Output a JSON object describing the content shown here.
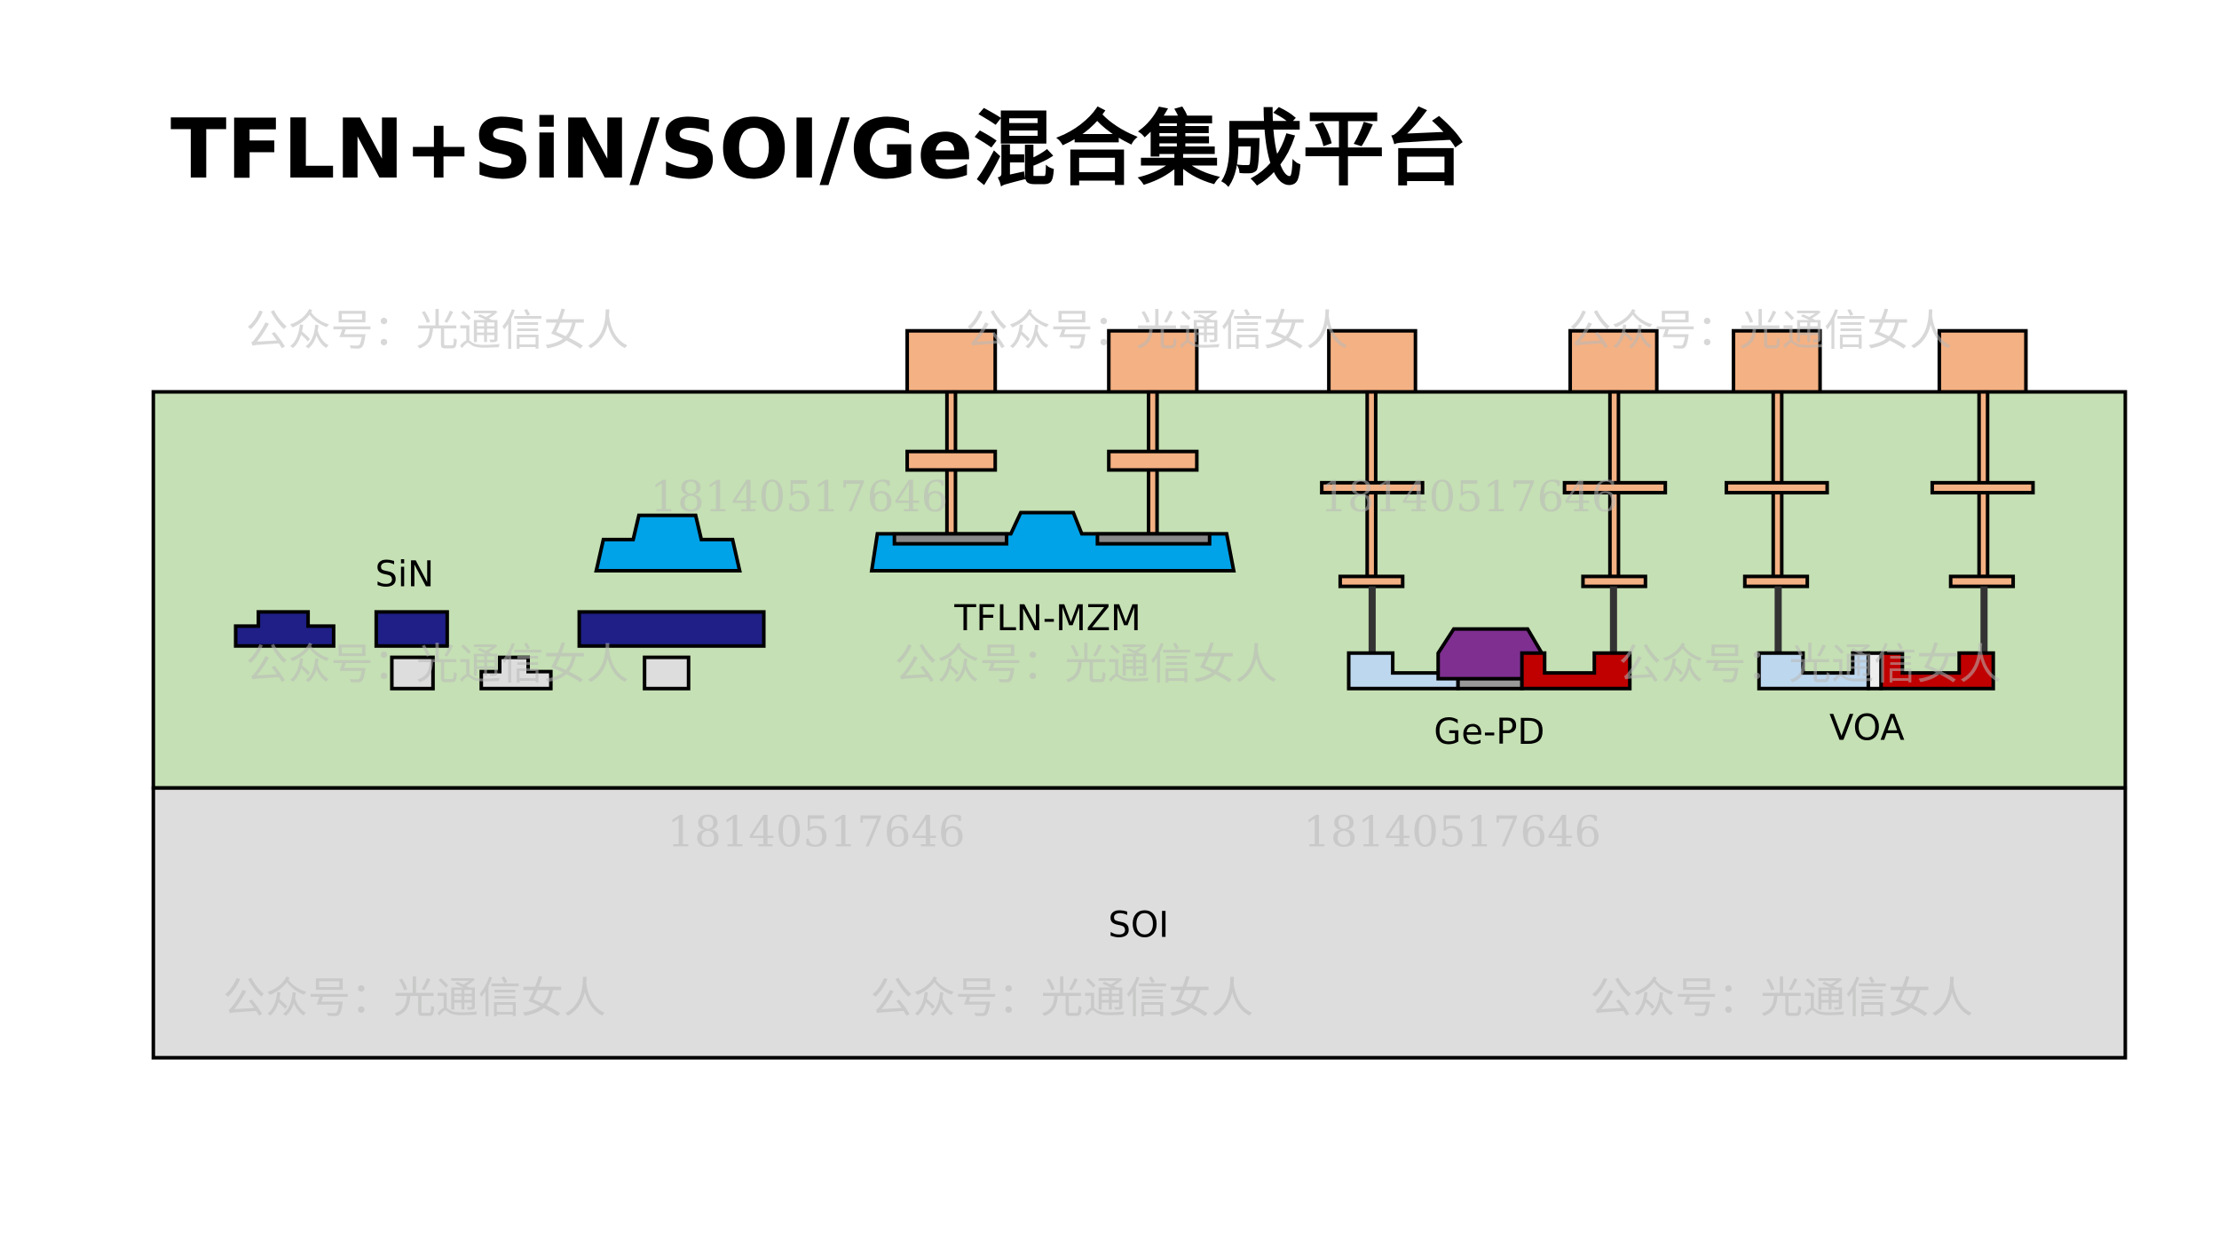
{
  "title": "TFLN+SiN/SOI/Ge混合集成平台",
  "labels": {
    "sin": "SiN",
    "mzm": "TFLN-MZM",
    "gepd": "Ge-PD",
    "voa": "VOA",
    "soi": "SOI"
  },
  "watermarks": {
    "account": "公众号：光通信女人",
    "phone": "18140517646"
  },
  "colors": {
    "cladding": "#c5e0b4",
    "substrate": "#dcdddc",
    "metal_pad": "#f4b183",
    "sin_waveguide": "#1f1f87",
    "tfln": "#00a2e8",
    "silicon": "#dddddd",
    "ge": "#7f2f90",
    "p_doped": "#bdd7ee",
    "n_doped": "#c00000",
    "electrode": "#888888"
  }
}
